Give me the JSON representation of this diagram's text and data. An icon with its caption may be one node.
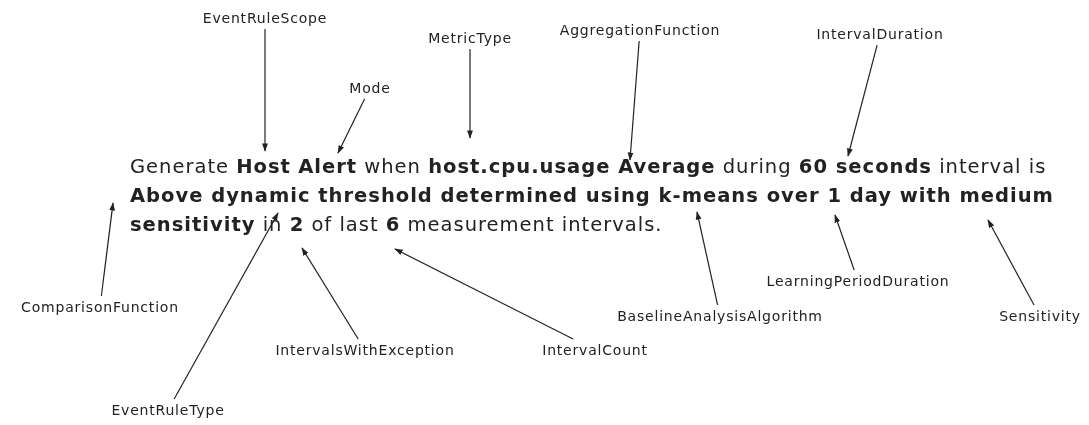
{
  "diagram": {
    "nodes": [
      {
        "text": [
          "EventRuleScope"
        ]
      },
      {
        "text": [
          "MetricType"
        ]
      },
      {
        "text": [
          "AggregationFunction"
        ]
      },
      {
        "text": [
          "IntervalDuration"
        ]
      },
      {
        "text": [
          "Mode"
        ]
      },
      {
        "text": [
          "ComparisonFunction"
        ]
      },
      {
        "text": [
          "LearningPeriodDuration"
        ]
      },
      {
        "text": [
          "BaselineAnalysisAlgorithm"
        ]
      },
      {
        "text": [
          "Sensitivity"
        ]
      },
      {
        "text": [
          "IntervalsWithException"
        ]
      },
      {
        "text": [
          "IntervalCount"
        ]
      },
      {
        "text": [
          "EventRuleType"
        ]
      },
      {
        "text": [
          "Generate **Host** **Alert** when **host.cpu.usage Average** during **60 seconds** interval is **Above dynamic threshold determined using k-means over 1 day with medium sensitivity** in **2** of last **6** measurement intervals."
        ]
      }
    ],
    "edges": [
      {
        "from": 0,
        "to": 12,
        "arrow": "to"
      },
      {
        "from": 1,
        "to": 12,
        "arrow": "to"
      },
      {
        "from": 2,
        "to": 12,
        "arrow": "to"
      },
      {
        "from": 3,
        "to": 12,
        "arrow": "to"
      },
      {
        "from": 4,
        "to": 12,
        "arrow": "to"
      },
      {
        "from": 5,
        "to": 12,
        "arrow": "to"
      },
      {
        "from": 6,
        "to": 12,
        "arrow": "to"
      },
      {
        "from": 7,
        "to": 12,
        "arrow": "to"
      },
      {
        "from": 8,
        "to": 12,
        "arrow": "to"
      },
      {
        "from": 9,
        "to": 12,
        "arrow": "to"
      },
      {
        "from": 10,
        "to": 12,
        "arrow": "to"
      },
      {
        "from": 11,
        "to": 12,
        "arrow": "to"
      }
    ]
  }
}
